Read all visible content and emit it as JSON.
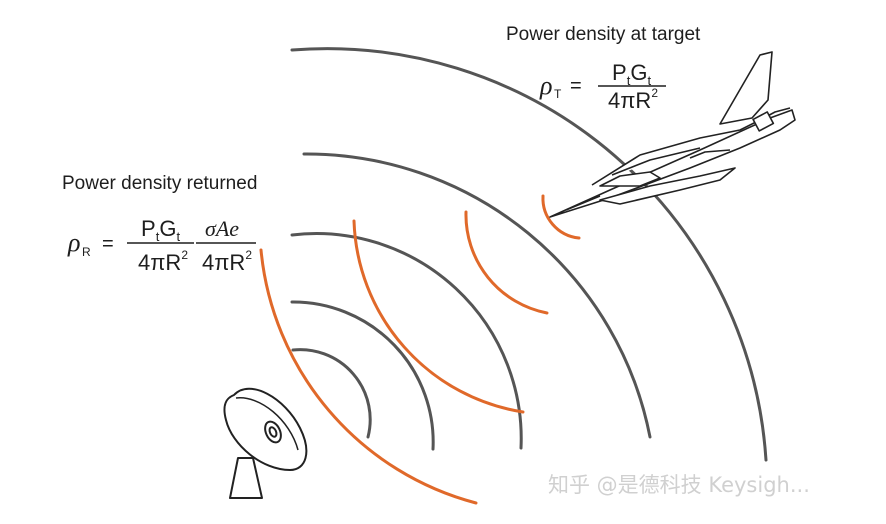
{
  "target_label": "Power density at target",
  "returned_label": "Power density returned",
  "target_formula": {
    "lhs_symbol": "ρ",
    "lhs_subscript": "T",
    "equals": "=",
    "numerator": "PtGt",
    "numerator_parts": [
      "P",
      "t",
      "G",
      "t"
    ],
    "denominator_base": "4πR",
    "denominator_exp": "2"
  },
  "returned_formula": {
    "lhs_symbol": "ρ",
    "lhs_subscript": "R",
    "equals": "=",
    "numerator_1_parts": [
      "P",
      "t",
      "G",
      "t"
    ],
    "denominator_1_base": "4πR",
    "denominator_1_exp": "2",
    "numerator_2": "σAe",
    "denominator_2_base": "4πR",
    "denominator_2_exp": "2"
  },
  "watermark": "知乎 @是德科技 Keysigh...",
  "colors": {
    "transmit_wave": "#555555",
    "return_wave": "#e0692a",
    "text": "#1e1e1e",
    "background": "#ffffff"
  },
  "icons": [
    "radar-dish-icon",
    "fighter-jet-icon"
  ]
}
